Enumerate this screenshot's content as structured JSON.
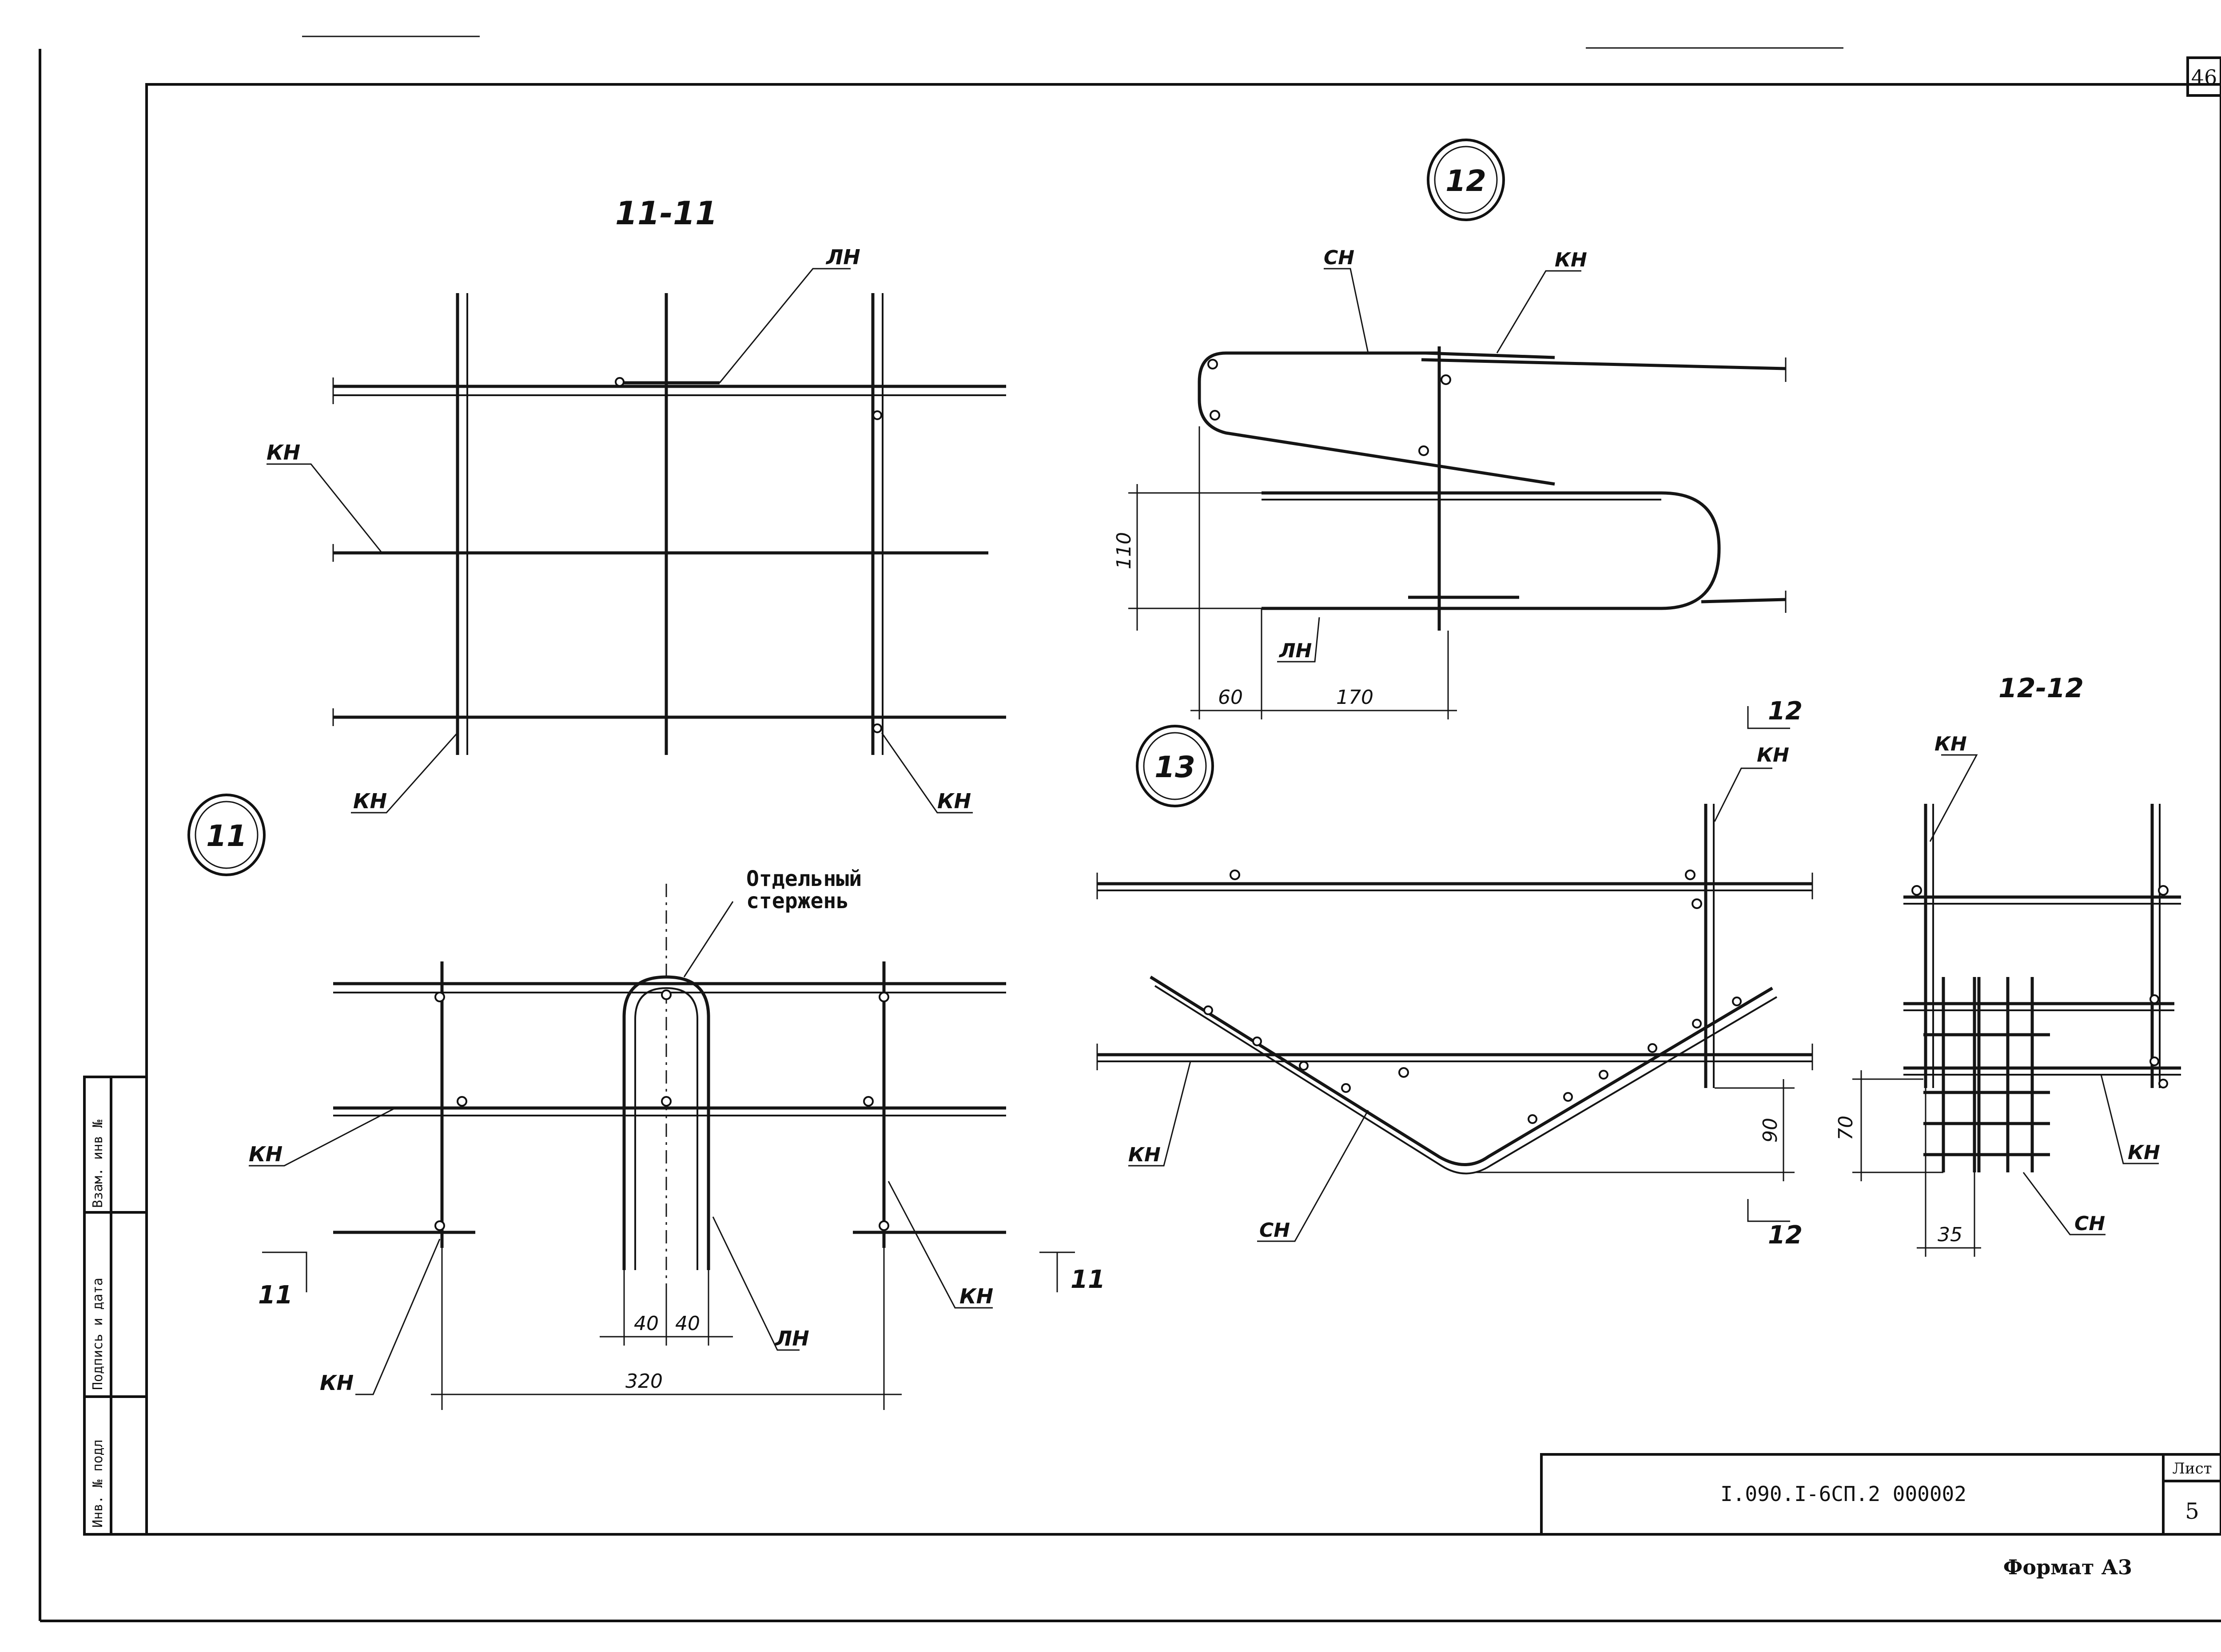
{
  "sheet": {
    "corner_page": "46",
    "title_code": "I.090.I-6СП.2  000002",
    "sheet_label": "Лист",
    "sheet_no": "5",
    "format": "Формат А3"
  },
  "side_stamp": {
    "inv_no": "Инв. № подл",
    "sign_date": "Подпись и дата",
    "replace_inv": "Взам. инв №"
  },
  "views": {
    "section_11": {
      "title": "11-11",
      "labels": {
        "ln": "ЛН",
        "kn_left": "КН",
        "kn_bottom_left": "КН",
        "kn_bottom_right": "КН"
      }
    },
    "node_12": {
      "number": "12",
      "labels": {
        "sn": "СН",
        "kn": "КН",
        "ln": "ЛН"
      },
      "dims": {
        "height": "110",
        "a": "60",
        "b": "170"
      }
    },
    "node_11": {
      "number": "11",
      "callout": [
        "Отдельный",
        "стержень"
      ],
      "labels": {
        "kn_left": "КН",
        "kn_bottom_left": "КН",
        "kn_bottom_right": "КН",
        "ln": "ЛН"
      },
      "cut_mark": "11",
      "dims": {
        "a": "40",
        "b": "40",
        "total": "320"
      }
    },
    "node_13": {
      "number": "13",
      "labels": {
        "kn_top": "КН",
        "kn_left": "КН",
        "sn": "СН"
      },
      "cut_mark": "12",
      "dims": {
        "depth": "90"
      }
    },
    "section_12": {
      "title": "12-12",
      "labels": {
        "kn_top": "КН",
        "kn_right": "КН",
        "sn": "СН"
      },
      "dims": {
        "height": "70",
        "width": "35"
      }
    }
  }
}
